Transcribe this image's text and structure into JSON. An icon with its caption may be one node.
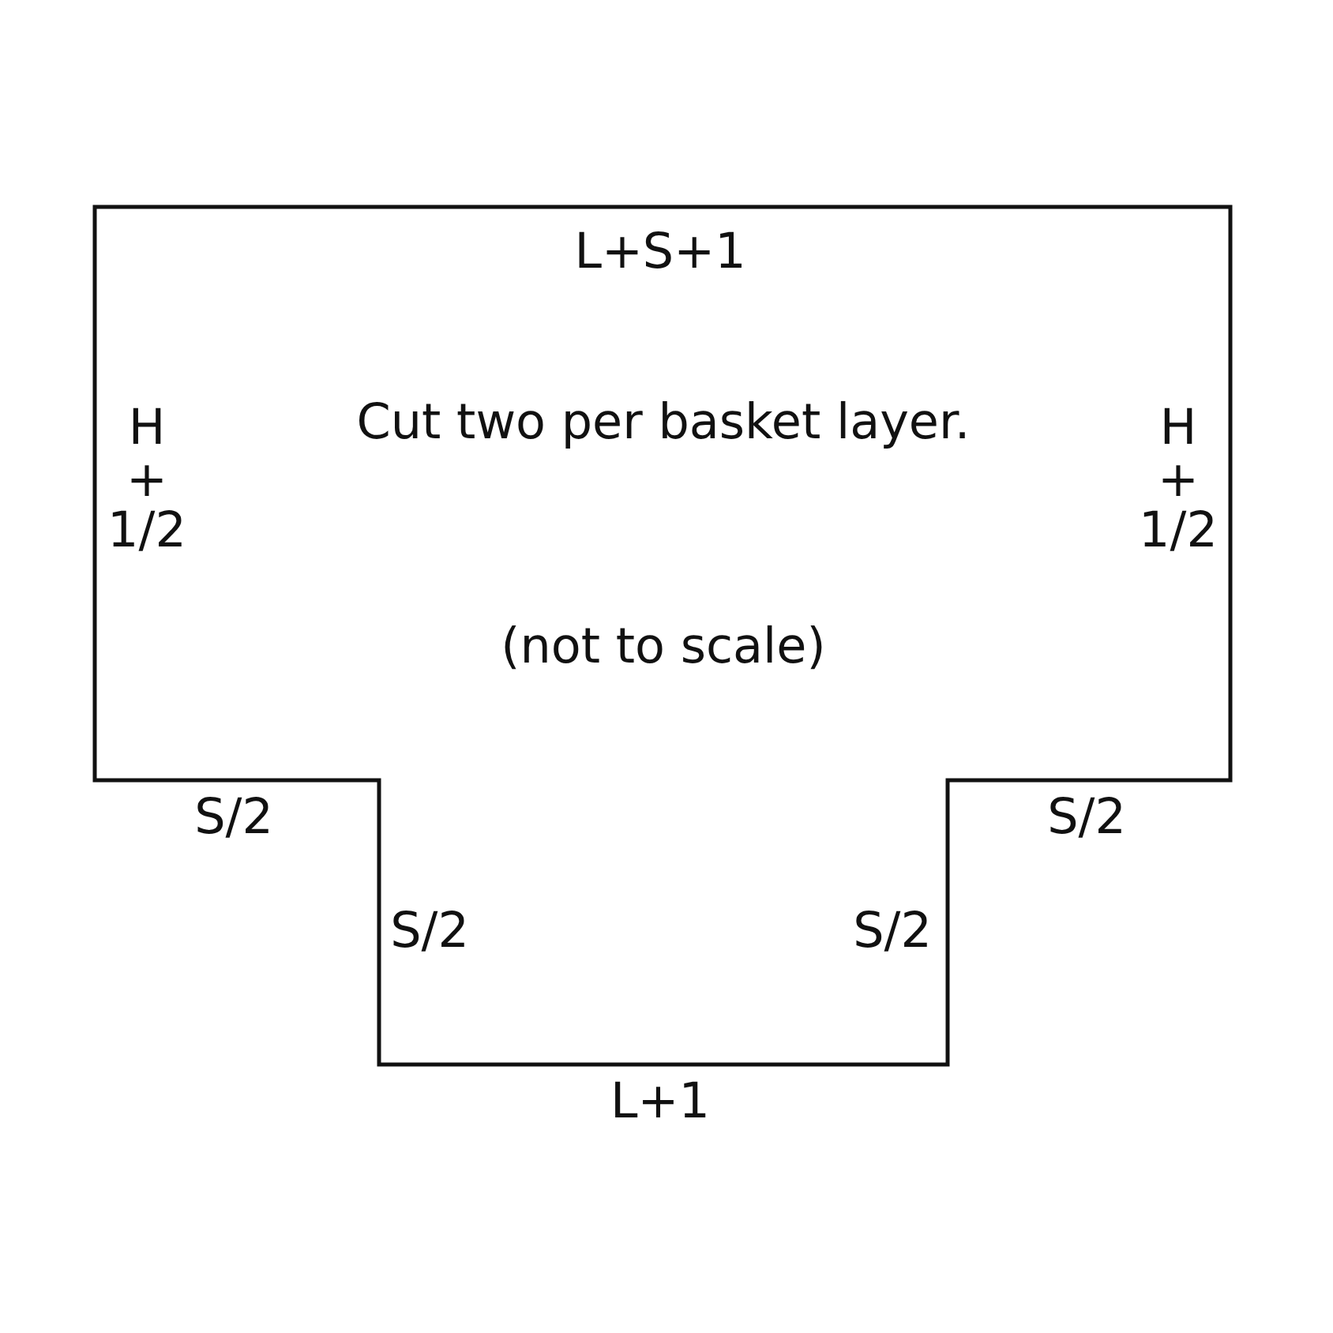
{
  "diagram": {
    "nodes": [
      {
        "text": [
          "Cut two per basket layer.",
          "(not to scale)"
        ]
      }
    ],
    "labels": [
      "L+S+1",
      "H + 1/2",
      "H + 1/2",
      "S/2",
      "S/2",
      "S/2",
      "S/2",
      "L+1"
    ]
  }
}
